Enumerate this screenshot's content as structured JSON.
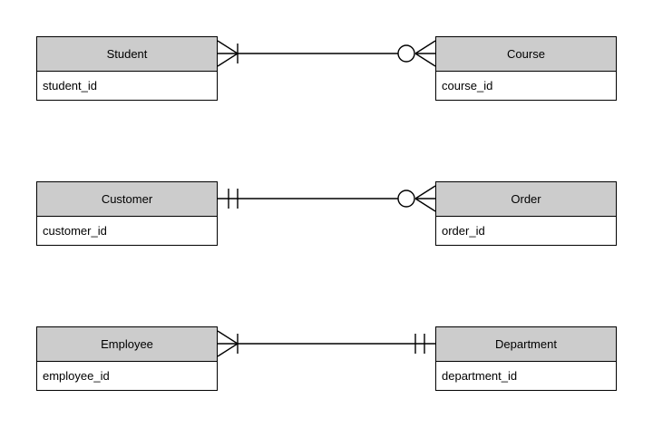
{
  "diagram": {
    "type": "entity-relationship-diagram",
    "notation": "crow's foot",
    "background_color": "#ffffff",
    "header_fill_color": "#cccccc",
    "body_fill_color": "#ffffff",
    "line_color": "#000000",
    "relationships": [
      {
        "id": "student-course",
        "left": {
          "entity": "Student",
          "attribute": "student_id",
          "cardinality": "one-or-many",
          "symbol": "crowsfoot-with-bar"
        },
        "right": {
          "entity": "Course",
          "attribute": "course_id",
          "cardinality": "zero-or-many",
          "symbol": "circle-with-crowsfoot"
        }
      },
      {
        "id": "customer-order",
        "left": {
          "entity": "Customer",
          "attribute": "customer_id",
          "cardinality": "exactly-one",
          "symbol": "double-bar"
        },
        "right": {
          "entity": "Order",
          "attribute": "order_id",
          "cardinality": "zero-or-many",
          "symbol": "circle-with-crowsfoot"
        }
      },
      {
        "id": "employee-department",
        "left": {
          "entity": "Employee",
          "attribute": "employee_id",
          "cardinality": "one-or-many",
          "symbol": "crowsfoot-with-bar"
        },
        "right": {
          "entity": "Department",
          "attribute": "department_id",
          "cardinality": "exactly-one",
          "symbol": "double-bar"
        }
      }
    ]
  }
}
